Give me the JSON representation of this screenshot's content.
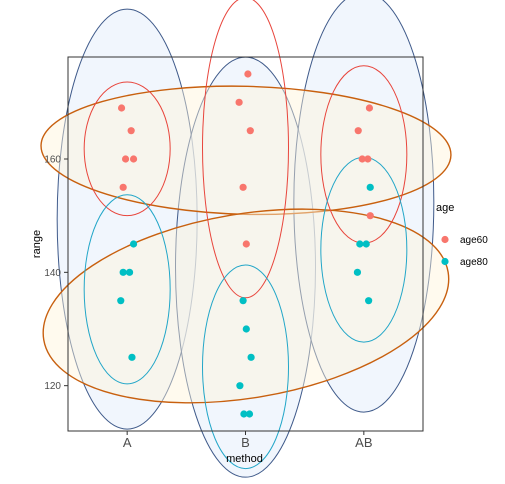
{
  "chart_data": {
    "type": "scatter",
    "categories": [
      "A",
      "B",
      "AB"
    ],
    "xlabel": "method",
    "ylabel": "range",
    "ylim": [
      112,
      178
    ],
    "yticks": [
      120,
      140,
      160
    ],
    "grid": false,
    "legend": {
      "title": "age",
      "placement": "right",
      "entries": [
        {
          "name": "age60",
          "color": "#F8766D"
        },
        {
          "name": "age80",
          "color": "#00BFC4"
        }
      ]
    },
    "series": [
      {
        "name": "age60",
        "color": "#F8766D",
        "points": [
          {
            "x": "A",
            "y": 169
          },
          {
            "x": "A",
            "y": 165
          },
          {
            "x": "A",
            "y": 160
          },
          {
            "x": "A",
            "y": 160
          },
          {
            "x": "A",
            "y": 155
          },
          {
            "x": "B",
            "y": 175
          },
          {
            "x": "B",
            "y": 170
          },
          {
            "x": "B",
            "y": 165
          },
          {
            "x": "B",
            "y": 155
          },
          {
            "x": "B",
            "y": 145
          },
          {
            "x": "AB",
            "y": 169
          },
          {
            "x": "AB",
            "y": 165
          },
          {
            "x": "AB",
            "y": 160
          },
          {
            "x": "AB",
            "y": 160
          },
          {
            "x": "AB",
            "y": 150
          }
        ]
      },
      {
        "name": "age80",
        "color": "#00BFC4",
        "points": [
          {
            "x": "A",
            "y": 145
          },
          {
            "x": "A",
            "y": 140
          },
          {
            "x": "A",
            "y": 140
          },
          {
            "x": "A",
            "y": 135
          },
          {
            "x": "A",
            "y": 125
          },
          {
            "x": "B",
            "y": 135
          },
          {
            "x": "B",
            "y": 130
          },
          {
            "x": "B",
            "y": 125
          },
          {
            "x": "B",
            "y": 120
          },
          {
            "x": "B",
            "y": 115
          },
          {
            "x": "B",
            "y": 115
          },
          {
            "x": "AB",
            "y": 155
          },
          {
            "x": "AB",
            "y": 145
          },
          {
            "x": "AB",
            "y": 145
          },
          {
            "x": "AB",
            "y": 140
          },
          {
            "x": "AB",
            "y": 135
          }
        ]
      }
    ],
    "colors": {
      "method_ellipse_fill": "#E6EEFB",
      "method_ellipse_stroke": "#3F5A8A",
      "age_ellipse_fill": "#FFF3D9",
      "age_ellipse_stroke": "#C8600F",
      "panel_border": "#333333"
    }
  }
}
